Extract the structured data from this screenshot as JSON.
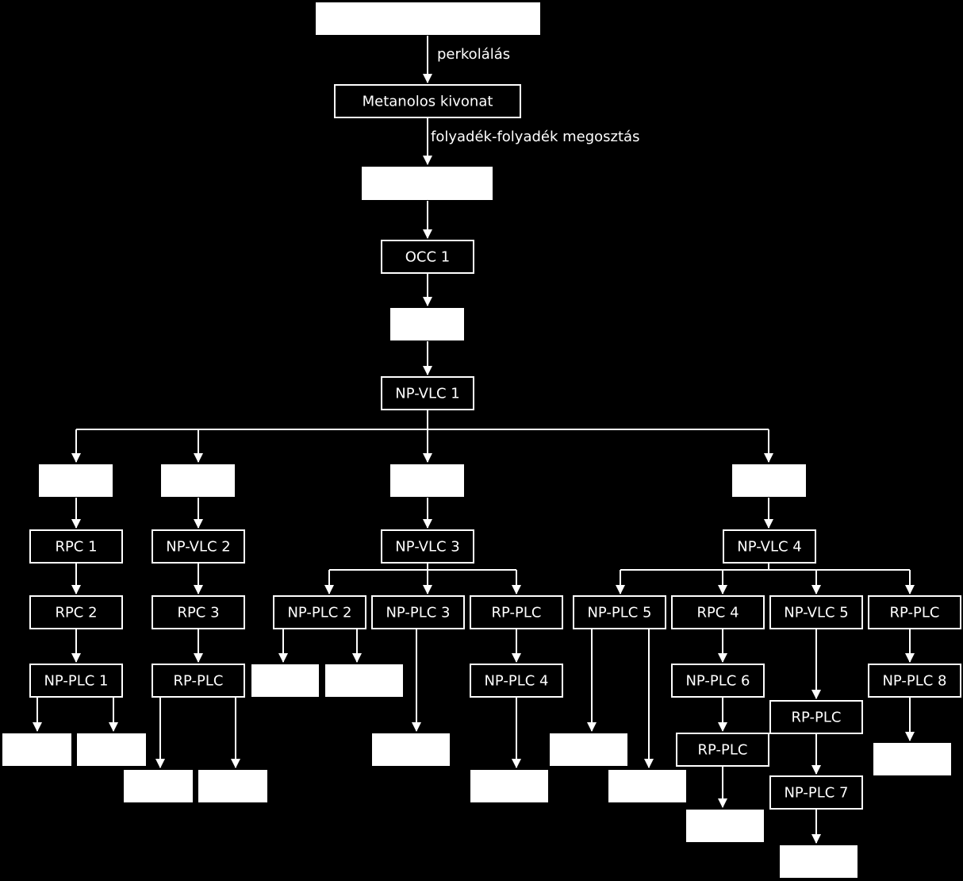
{
  "diagram": {
    "nodes": [
      {
        "id": "start",
        "label": "",
        "style": "filled"
      },
      {
        "id": "metanolos-kivonat",
        "label": "Metanolos kivonat",
        "style": "outline"
      },
      {
        "id": "frakcio-1",
        "label": "",
        "style": "filled"
      },
      {
        "id": "occ-1",
        "label": "OCC 1",
        "style": "outline"
      },
      {
        "id": "frakcio-2",
        "label": "",
        "style": "filled"
      },
      {
        "id": "np-vlc-1",
        "label": "NP-VLC 1",
        "style": "outline"
      },
      {
        "id": "frakcio-3",
        "label": "",
        "style": "filled"
      },
      {
        "id": "frakcio-4",
        "label": "",
        "style": "filled"
      },
      {
        "id": "frakcio-5",
        "label": "",
        "style": "filled"
      },
      {
        "id": "frakcio-6",
        "label": "",
        "style": "filled"
      },
      {
        "id": "rpc-1",
        "label": "RPC 1",
        "style": "outline"
      },
      {
        "id": "np-vlc-2",
        "label": "NP-VLC 2",
        "style": "outline"
      },
      {
        "id": "np-vlc-3",
        "label": "NP-VLC 3",
        "style": "outline"
      },
      {
        "id": "np-vlc-4",
        "label": "NP-VLC 4",
        "style": "outline"
      },
      {
        "id": "rpc-2",
        "label": "RPC 2",
        "style": "outline"
      },
      {
        "id": "rpc-3",
        "label": "RPC 3",
        "style": "outline"
      },
      {
        "id": "np-plc-2",
        "label": "NP-PLC 2",
        "style": "outline"
      },
      {
        "id": "np-plc-3",
        "label": "NP-PLC 3",
        "style": "outline"
      },
      {
        "id": "rp-plc-a",
        "label": "RP-PLC",
        "style": "outline"
      },
      {
        "id": "np-plc-5",
        "label": "NP-PLC 5",
        "style": "outline"
      },
      {
        "id": "rpc-4",
        "label": "RPC 4",
        "style": "outline"
      },
      {
        "id": "np-vlc-5",
        "label": "NP-VLC 5",
        "style": "outline"
      },
      {
        "id": "rp-plc-b",
        "label": "RP-PLC",
        "style": "outline"
      },
      {
        "id": "np-plc-1",
        "label": "NP-PLC 1",
        "style": "outline"
      },
      {
        "id": "rp-plc-c",
        "label": "RP-PLC",
        "style": "outline"
      },
      {
        "id": "np-plc-4",
        "label": "NP-PLC 4",
        "style": "outline"
      },
      {
        "id": "np-plc-6",
        "label": "NP-PLC 6",
        "style": "outline"
      },
      {
        "id": "np-plc-8",
        "label": "NP-PLC 8",
        "style": "outline"
      },
      {
        "id": "rp-plc-d",
        "label": "RP-PLC",
        "style": "outline"
      },
      {
        "id": "rp-plc-e",
        "label": "RP-PLC",
        "style": "outline"
      },
      {
        "id": "np-plc-7",
        "label": "NP-PLC 7",
        "style": "outline"
      },
      {
        "id": "vegyulet-1",
        "label": "",
        "style": "filled"
      },
      {
        "id": "vegyulet-2",
        "label": "",
        "style": "filled"
      },
      {
        "id": "vegyulet-3",
        "label": "",
        "style": "filled"
      },
      {
        "id": "vegyulet-4",
        "label": "",
        "style": "filled"
      },
      {
        "id": "vegyulet-5",
        "label": "",
        "style": "filled"
      },
      {
        "id": "vegyulet-6",
        "label": "",
        "style": "filled"
      },
      {
        "id": "vegyulet-7",
        "label": "",
        "style": "filled"
      },
      {
        "id": "vegyulet-8",
        "label": "",
        "style": "filled"
      },
      {
        "id": "vegyulet-9",
        "label": "",
        "style": "filled"
      },
      {
        "id": "vegyulet-10",
        "label": "",
        "style": "filled"
      },
      {
        "id": "vegyulet-11",
        "label": "",
        "style": "filled"
      },
      {
        "id": "vegyulet-12",
        "label": "",
        "style": "filled"
      },
      {
        "id": "vegyulet-13",
        "label": "",
        "style": "filled"
      },
      {
        "id": "vegyulet-14",
        "label": "",
        "style": "filled"
      }
    ],
    "edge_labels": [
      {
        "id": "perkolalas",
        "text": "perkolálás"
      },
      {
        "id": "folyadek-megosztas",
        "text": "folyadék-folyadék megosztás"
      }
    ]
  }
}
